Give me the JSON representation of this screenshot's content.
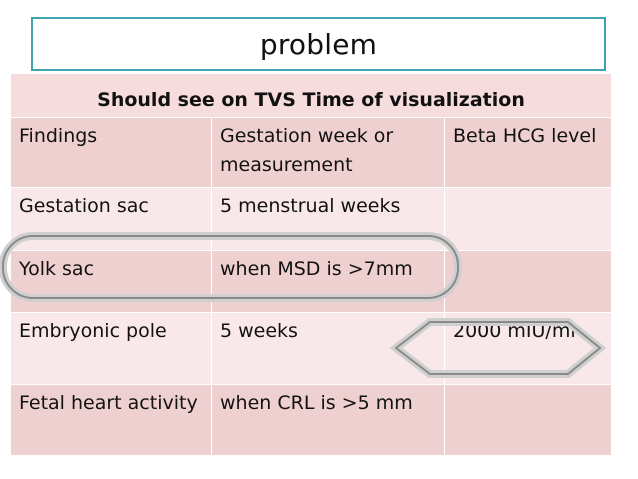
{
  "title": "problem",
  "table": {
    "header": "Should see on TVS Time of visualization",
    "rows": [
      {
        "c1": "Findings",
        "c2": "Gestation week or measurement",
        "c3": "Beta HCG level"
      },
      {
        "c1": "Gestation sac",
        "c2": "5 menstrual weeks",
        "c3": ""
      },
      {
        "c1": "Yolk sac",
        "c2": "when MSD is >7mm",
        "c3": ""
      },
      {
        "c1": "Embryonic pole",
        "c2": "5 weeks",
        "c3": "2000 mIU/ml"
      },
      {
        "c1": "Fetal heart activity",
        "c2": "when CRL is >5 mm",
        "c3": ""
      }
    ]
  },
  "colors": {
    "title_border": "#3fa3b0",
    "row_dark": "#efd0d1",
    "row_light": "#f8e8e9",
    "highlight_outline": "#8a8a8a"
  }
}
